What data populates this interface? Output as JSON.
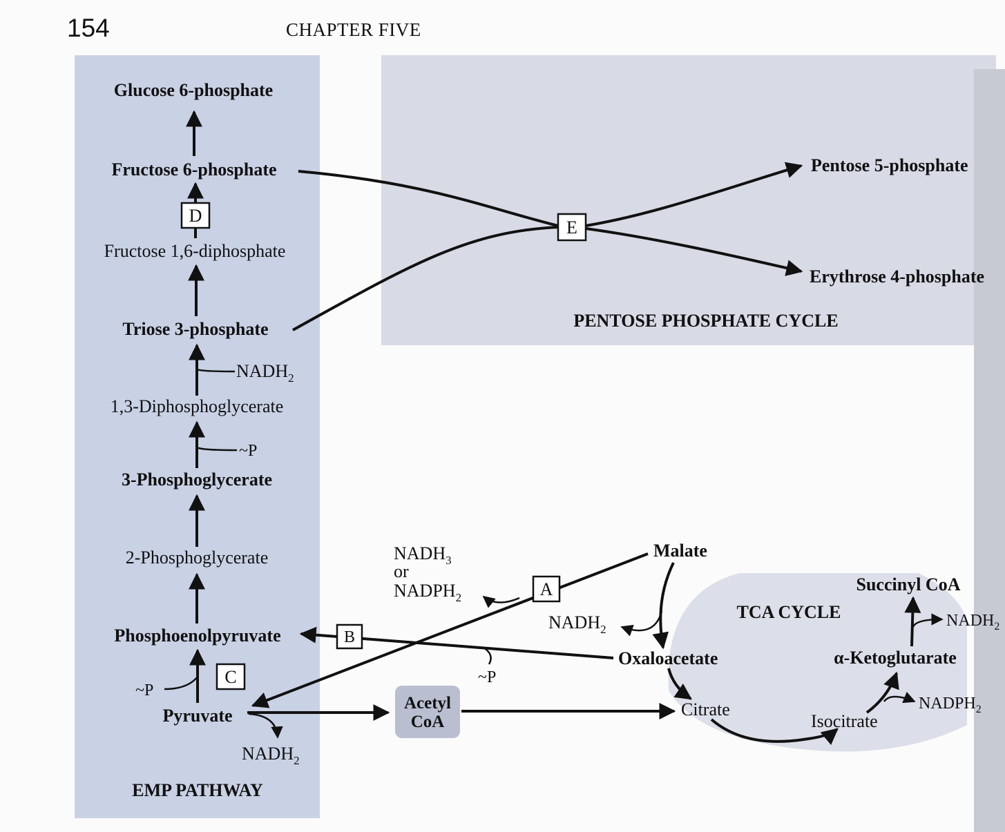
{
  "page_header": {
    "page_number": "154",
    "chapter_title": "CHAPTER FIVE"
  },
  "emp_pathway": {
    "title": "EMP PATHWAY",
    "metabolites": {
      "glucose_6_phosphate": "Glucose 6-phosphate",
      "fructose_6_phosphate": "Fructose 6-phosphate",
      "fructose_1_6_diphosphate": "Fructose 1,6-diphosphate",
      "triose_3_phosphate": "Triose 3-phosphate",
      "diphosphoglycerate_1_3": "1,3-Diphosphoglycerate",
      "phosphoglycerate_3": "3-Phosphoglycerate",
      "phosphoglycerate_2": "2-Phosphoglycerate",
      "phosphoenolpyruvate": "Phosphoenolpyruvate",
      "pyruvate": "Pyruvate"
    },
    "cofactors": {
      "nadh2_triose": "NADH",
      "phosphate_3pg": "~P",
      "phosphate_pyruvate": "~P",
      "nadh2_pyruvate": "NADH"
    }
  },
  "pentose_phosphate_cycle": {
    "title": "PENTOSE PHOSPHATE CYCLE",
    "pentose_5_phosphate": "Pentose 5-phosphate",
    "erythrose_4_phosphate": "Erythrose 4-phosphate"
  },
  "tca_cycle": {
    "title": "TCA CYCLE",
    "malate": "Malate",
    "oxaloacetate": "Oxaloacetate",
    "citrate": "Citrate",
    "isocitrate": "Isocitrate",
    "alpha_ketoglutarate": "α-Ketoglutarate",
    "succinyl_coa": "Succinyl CoA",
    "nadh2_malate": "NADH",
    "nadh2_ketoglutarate": "NADH",
    "nadph2_isocitrate": "NADPH"
  },
  "acetyl_coa": {
    "line1": "Acetyl",
    "line2": "CoA"
  },
  "malic_enzyme_products": {
    "line1": "NADH",
    "line2": "or",
    "line3": "NADPH"
  },
  "pep_carboxykinase_phosphate": "~P",
  "subscripts": {
    "two": "2",
    "three": "3"
  },
  "enzyme_boxes": {
    "a": "A",
    "b": "B",
    "c": "C",
    "d": "D",
    "e": "E"
  },
  "colors": {
    "panel": "#c9d1e5",
    "ppc_panel": "#d8dbe6",
    "tca_panel": "#dcdfe9",
    "acetyl_box": "#b9bfd0"
  }
}
